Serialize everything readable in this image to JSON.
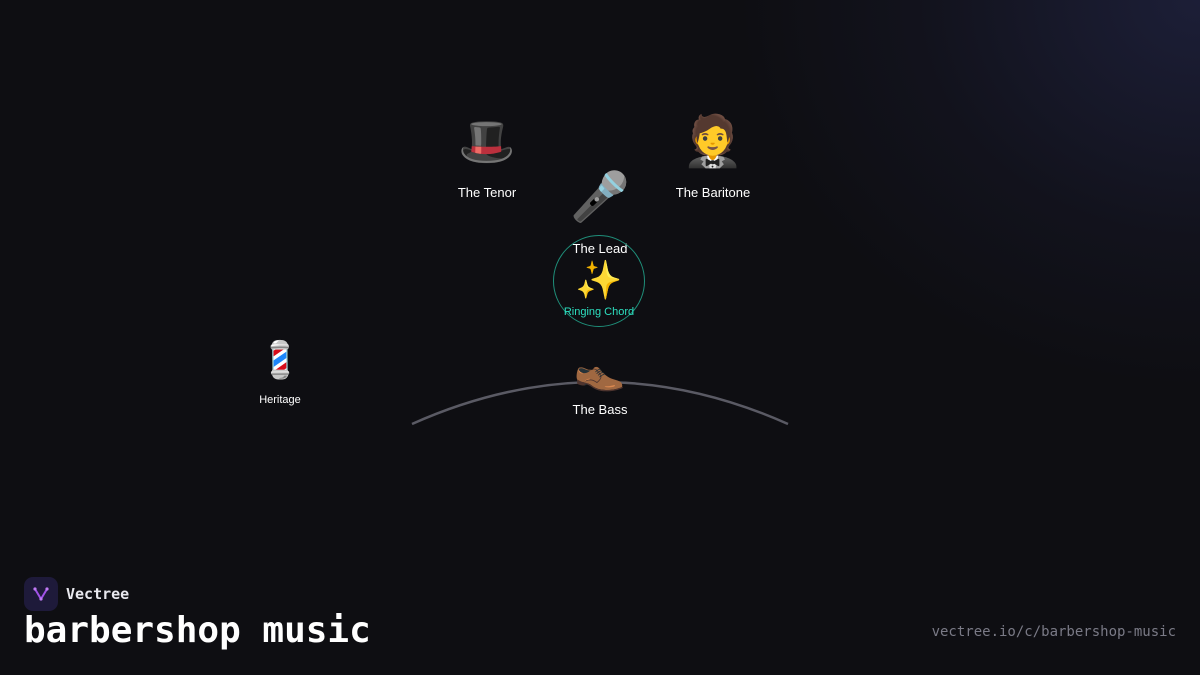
{
  "brand": {
    "name": "Vectree",
    "logo_icon": "vectree-logo-icon",
    "logo_color": "#a052e8"
  },
  "page": {
    "title": "barbershop music",
    "url": "vectree.io/c/barbershop-music"
  },
  "diagram": {
    "center": {
      "label": "Ringing Chord",
      "emoji": "✨",
      "icon": "sparkles-icon",
      "accent_color": "#2de0c0"
    },
    "nodes": [
      {
        "id": "tenor",
        "label": "The Tenor",
        "emoji": "🎩",
        "icon": "top-hat-icon"
      },
      {
        "id": "baritone",
        "label": "The Baritone",
        "emoji": "🤵",
        "icon": "tuxedo-person-icon"
      },
      {
        "id": "lead",
        "label": "The Lead",
        "emoji": "🎤",
        "icon": "microphone-icon"
      },
      {
        "id": "bass",
        "label": "The Bass",
        "emoji": "👞",
        "icon": "shoe-icon"
      },
      {
        "id": "heritage",
        "label": "Heritage",
        "emoji": "💈",
        "icon": "barber-pole-icon"
      }
    ]
  }
}
